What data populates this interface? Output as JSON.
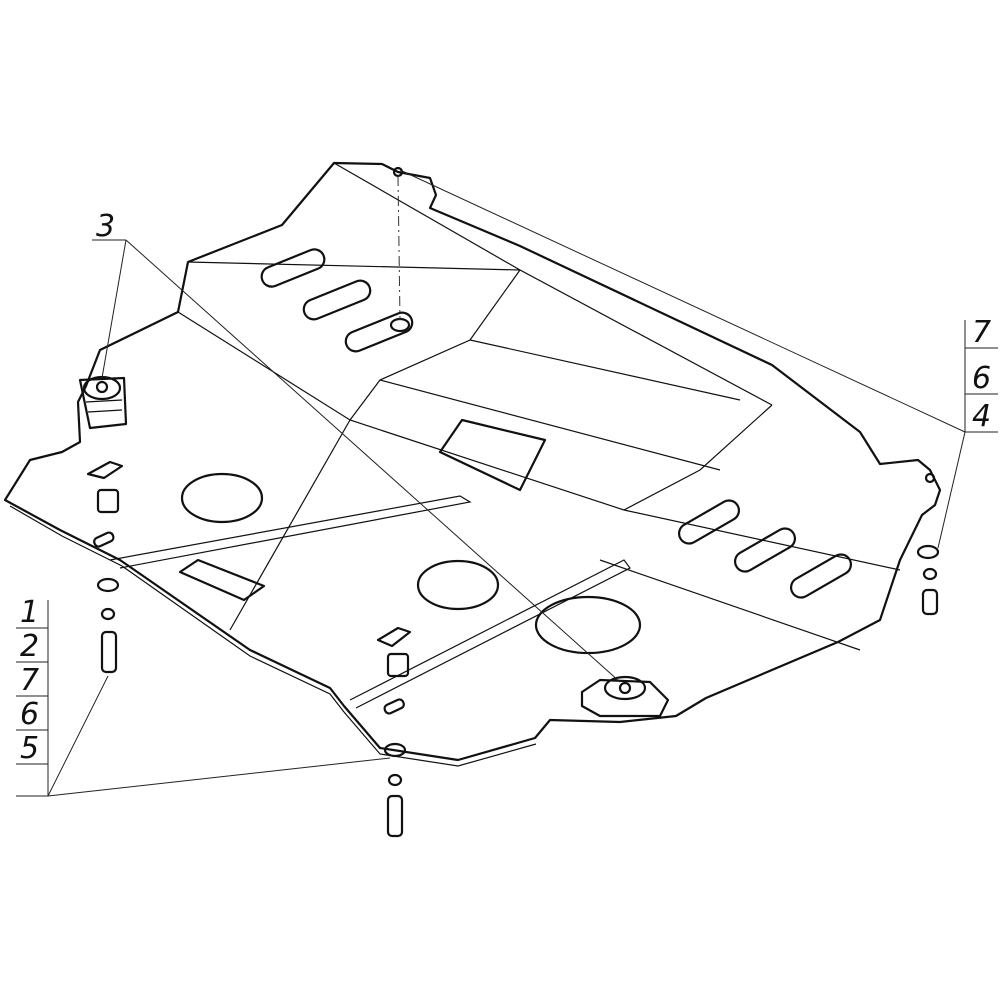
{
  "callouts": {
    "left": [
      "1",
      "2",
      "7",
      "6",
      "5"
    ],
    "right": [
      "7",
      "6",
      "4"
    ],
    "top": "3"
  }
}
